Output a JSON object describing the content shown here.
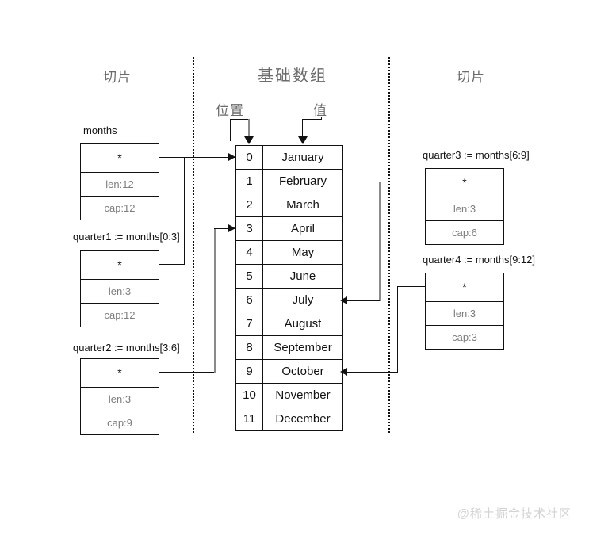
{
  "headings": {
    "left": "切片",
    "center": "基础数组",
    "right": "切片"
  },
  "array_annotations": {
    "index_label": "位置",
    "value_label": "值"
  },
  "base_array": {
    "rows": [
      {
        "index": "0",
        "value": "January"
      },
      {
        "index": "1",
        "value": "February"
      },
      {
        "index": "2",
        "value": "March"
      },
      {
        "index": "3",
        "value": "April"
      },
      {
        "index": "4",
        "value": "May"
      },
      {
        "index": "5",
        "value": "June"
      },
      {
        "index": "6",
        "value": "July"
      },
      {
        "index": "7",
        "value": "August"
      },
      {
        "index": "8",
        "value": "September"
      },
      {
        "index": "9",
        "value": "October"
      },
      {
        "index": "10",
        "value": "November"
      },
      {
        "index": "11",
        "value": "December"
      }
    ]
  },
  "left_slices": [
    {
      "label": "months",
      "pointer": "*",
      "len": "len:12",
      "cap": "cap:12",
      "target_index": "0"
    },
    {
      "label": "quarter1 := months[0:3]",
      "pointer": "*",
      "len": "len:3",
      "cap": "cap:12",
      "target_index": "0"
    },
    {
      "label": "quarter2 := months[3:6]",
      "pointer": "*",
      "len": "len:3",
      "cap": "cap:9",
      "target_index": "3"
    }
  ],
  "right_slices": [
    {
      "label": "quarter3 := months[6:9]",
      "pointer": "*",
      "len": "len:3",
      "cap": "cap:6",
      "target_index": "6"
    },
    {
      "label": "quarter4 := months[9:12]",
      "pointer": "*",
      "len": "len:3",
      "cap": "cap:3",
      "target_index": "9"
    }
  ],
  "watermark": "@稀土掘金技术社区",
  "colors": {
    "stroke": "#111111",
    "muted_text": "#7d7d7d",
    "heading_text": "#6b6b6b",
    "gray_line": "#8a8a8a",
    "watermark_text": "#d2d2d2",
    "background": "#ffffff"
  }
}
